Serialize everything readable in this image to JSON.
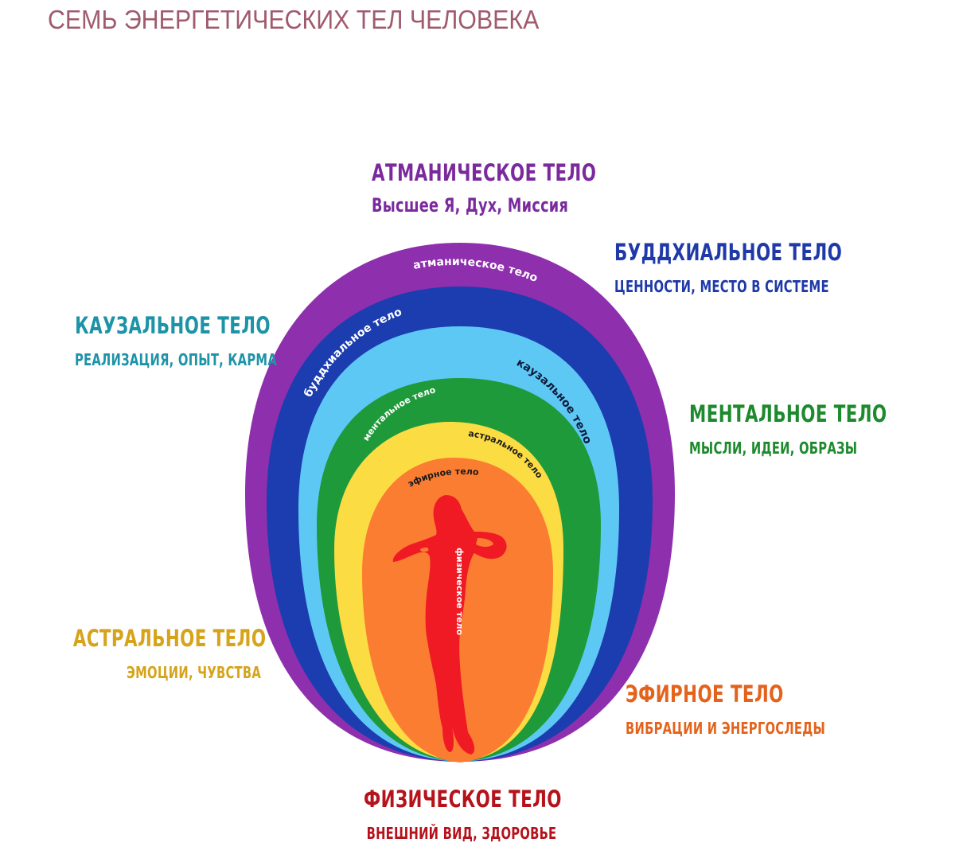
{
  "page": {
    "title": "СЕМЬ ЭНЕРГЕТИЧЕСКИХ ТЕЛ ЧЕЛОВЕКА",
    "title_color": "#a05a6e"
  },
  "diagram": {
    "layers": [
      {
        "key": "atmanic",
        "ring_label": "атманическое тело",
        "fill": "#8e2fae",
        "label_color": "#ffffff"
      },
      {
        "key": "buddhic",
        "ring_label": "буддхиальное тело",
        "fill": "#1b3db0",
        "label_color": "#ffffff"
      },
      {
        "key": "causal",
        "ring_label": "каузальное тело",
        "fill": "#5ec8f5",
        "label_color": "#0d1a3a"
      },
      {
        "key": "mental",
        "ring_label": "ментальное тело",
        "fill": "#1f9a3a",
        "label_color": "#ffffff"
      },
      {
        "key": "astral",
        "ring_label": "астральное тело",
        "fill": "#fbdc43",
        "label_color": "#1a1a1a"
      },
      {
        "key": "etheric",
        "ring_label": "эфирное тело",
        "fill": "#fb7d32",
        "label_color": "#1a1a1a"
      },
      {
        "key": "physical",
        "ring_label": "физическое тело",
        "fill": "#f01a25",
        "label_color": "#ffffff"
      }
    ],
    "labels": {
      "atmanic": {
        "title": "АТМАНИЧЕСКОЕ ТЕЛО",
        "subtitle": "Высшее Я, Дух, Миссия",
        "color": "#7b2a9e"
      },
      "buddhic": {
        "title": "БУДДХИАЛЬНОЕ ТЕЛО",
        "subtitle": "ЦЕННОСТИ, МЕСТО В СИСТЕМЕ",
        "color": "#1f3aa8"
      },
      "causal": {
        "title": "КАУЗАЛЬНОЕ ТЕЛО",
        "subtitle": "РЕАЛИЗАЦИЯ, ОПЫТ, КАРМА",
        "color": "#1d93a8"
      },
      "mental": {
        "title": "МЕНТАЛЬНОЕ ТЕЛО",
        "subtitle": "МЫСЛИ, ИДЕИ, ОБРАЗЫ",
        "color": "#1e8a2e"
      },
      "astral": {
        "title": "АСТРАЛЬНОЕ ТЕЛО",
        "subtitle": "ЭМОЦИИ, ЧУВСТВА",
        "color": "#d6a31a"
      },
      "etheric": {
        "title": "ЭФИРНОЕ ТЕЛО",
        "subtitle": "ВИБРАЦИИ И ЭНЕРГОСЛЕДЫ",
        "color": "#e4631c"
      },
      "physical": {
        "title": "ФИЗИЧЕСКОЕ ТЕЛО",
        "subtitle": "ВНЕШНИЙ ВИД, ЗДОРОВЬЕ",
        "color": "#b5121b"
      }
    }
  }
}
